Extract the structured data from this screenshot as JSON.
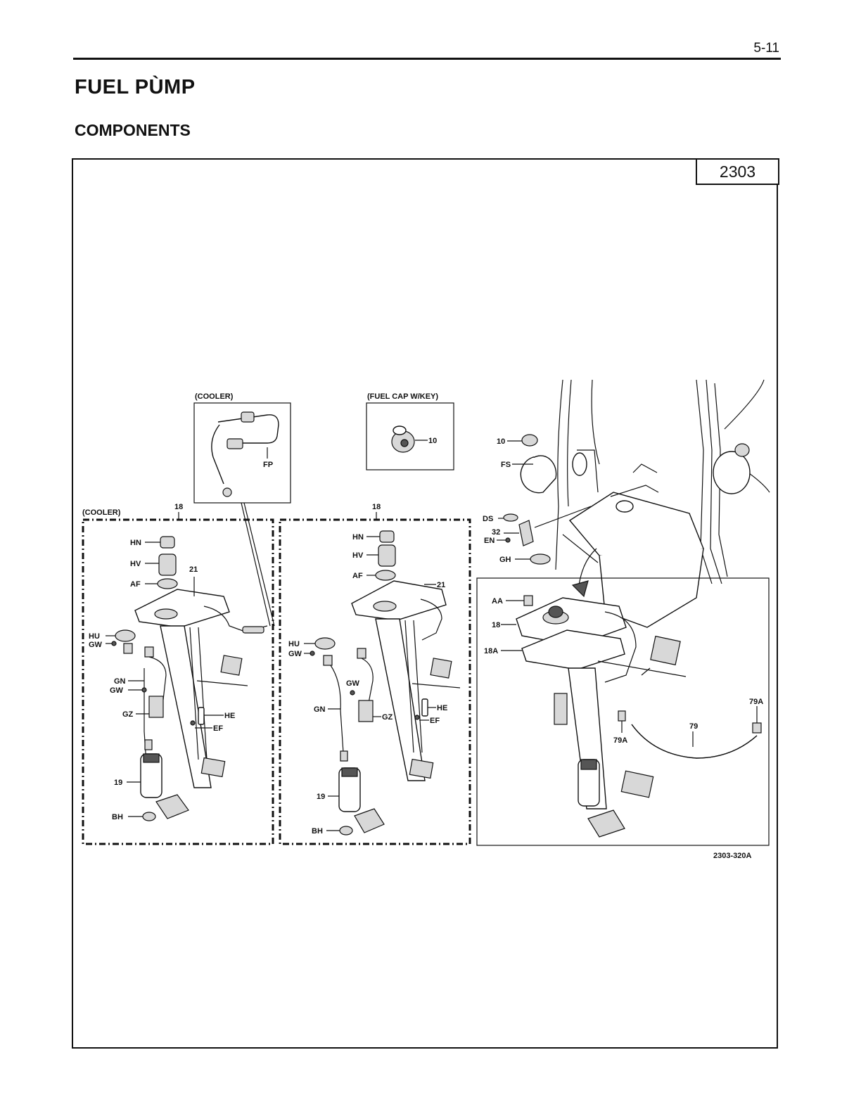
{
  "page": {
    "number": "5-11",
    "title": "FUEL PÙMP",
    "subtitle": "COMPONENTS"
  },
  "figure": {
    "ref_code": "2303",
    "figure_code": "2303-320A",
    "callouts": {
      "cooler_top": "(COOLER)",
      "fuel_cap_key": "(FUEL CAP W/KEY)",
      "cooler_left": "(COOLER)",
      "fp": "FP",
      "cap10": "10",
      "left_18": "18",
      "left_hn": "HN",
      "left_hv": "HV",
      "left_af": "AF",
      "left_21": "21",
      "left_hu": "HU",
      "left_gw": "GW",
      "left_gn": "GN",
      "left_gw2": "GW",
      "left_gz": "GZ",
      "left_he": "HE",
      "left_ef": "EF",
      "left_19": "19",
      "left_bh": "BH",
      "mid_18": "18",
      "mid_hn": "HN",
      "mid_hv": "HV",
      "mid_af": "AF",
      "mid_21": "21",
      "mid_hu": "HU",
      "mid_gw": "GW",
      "mid_gw2": "GW",
      "mid_gn": "GN",
      "mid_gz": "GZ",
      "mid_he": "HE",
      "mid_ef": "EF",
      "mid_19": "19",
      "mid_bh": "BH",
      "tr_10": "10",
      "tr_fs": "FS",
      "tr_ds": "DS",
      "tr_32": "32",
      "tr_en": "EN",
      "tr_gh": "GH",
      "br_aa": "AA",
      "br_18": "18",
      "br_18a": "18A",
      "br_79a_right": "79A",
      "br_79": "79",
      "br_79a_left": "79A"
    }
  }
}
